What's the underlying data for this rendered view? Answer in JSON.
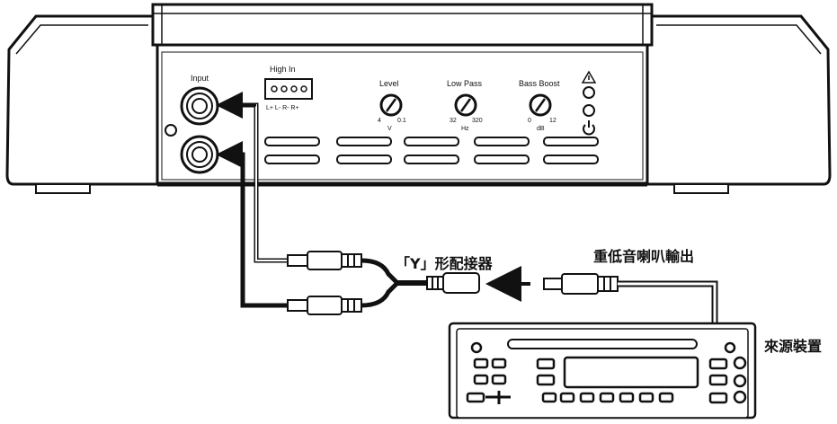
{
  "amplifier": {
    "input_label": "Input",
    "high_in_label": "High In",
    "high_in_pins": "L+ L- R- R+",
    "knobs": [
      {
        "label": "Level",
        "min": "4",
        "max": "0.1",
        "unit": "V"
      },
      {
        "label": "Low Pass",
        "min": "32",
        "max": "320",
        "unit": "Hz"
      },
      {
        "label": "Bass Boost",
        "min": "0",
        "max": "12",
        "unit": "dB"
      }
    ],
    "warning_icon": "warning-triangle-icon",
    "power_icon": "power-icon"
  },
  "labels": {
    "y_adapter": "「Y」形配接器",
    "sub_out": "重低音喇叭輸出",
    "source_unit": "來源裝置"
  },
  "colors": {
    "line": "#111111",
    "background": "#ffffff"
  }
}
